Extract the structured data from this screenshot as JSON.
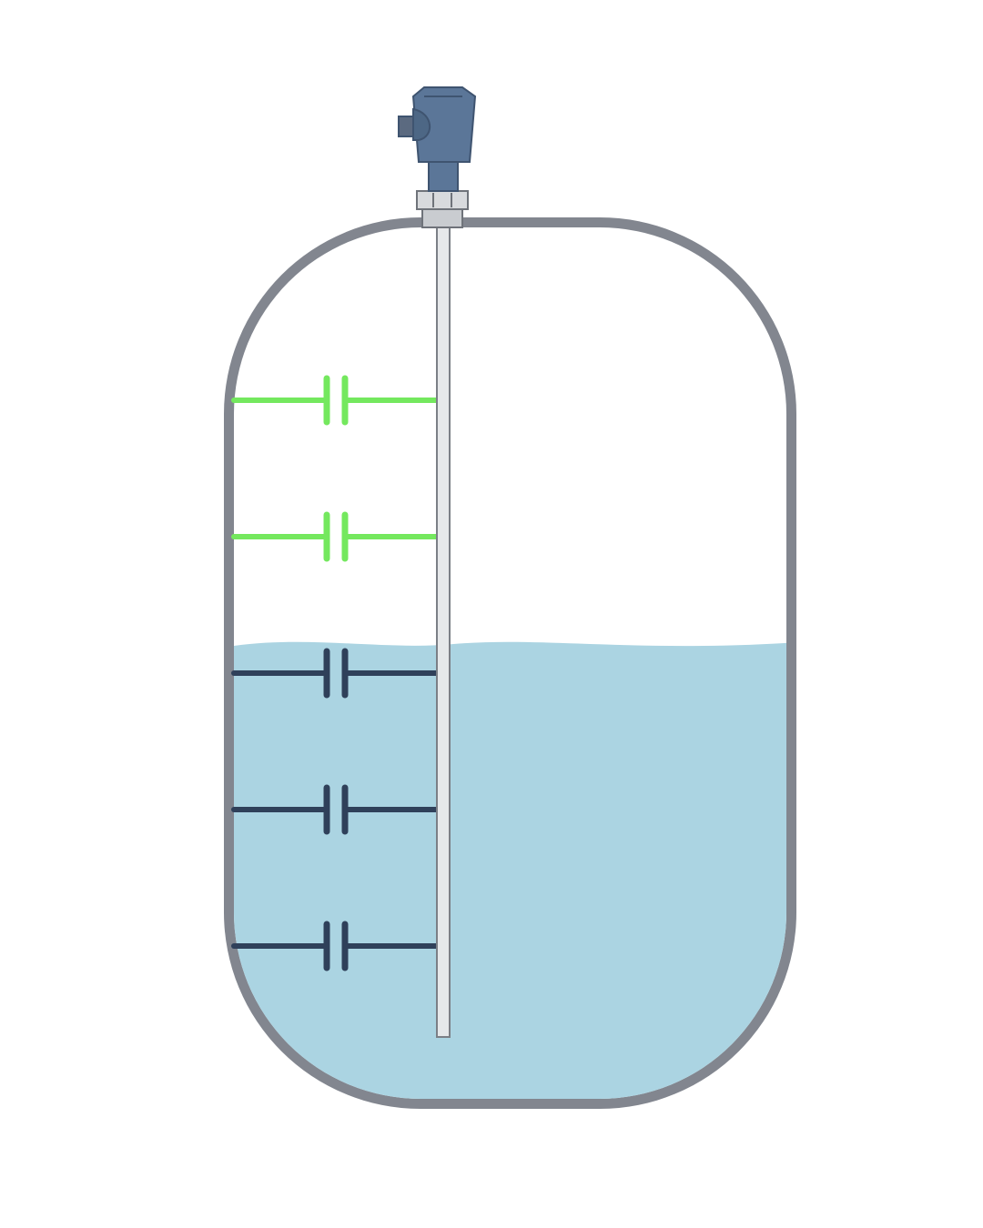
{
  "diagram": {
    "kind": "capacitive-level-sensor",
    "colors": {
      "background": "#ffffff",
      "tank_wall": "#82868f",
      "tank_inner": "#ffffff",
      "liquid": "#abd4e2",
      "probe_rod": "#e6e8ea",
      "probe_outline": "#7b7f86",
      "transmitter_body": "#5b7698",
      "transmitter_dark": "#3f5470",
      "fitting": "#c9ccd0",
      "capacitor_above_liquid": "#74e85e",
      "capacitor_in_liquid": "#2f405a"
    },
    "icons": [
      "level-transmitter-head-icon",
      "capacitor-symbol-icon"
    ],
    "capacitors": [
      {
        "state": "above-liquid"
      },
      {
        "state": "above-liquid"
      },
      {
        "state": "in-liquid"
      },
      {
        "state": "in-liquid"
      },
      {
        "state": "in-liquid"
      }
    ],
    "liquid_level_fraction": 0.52
  }
}
